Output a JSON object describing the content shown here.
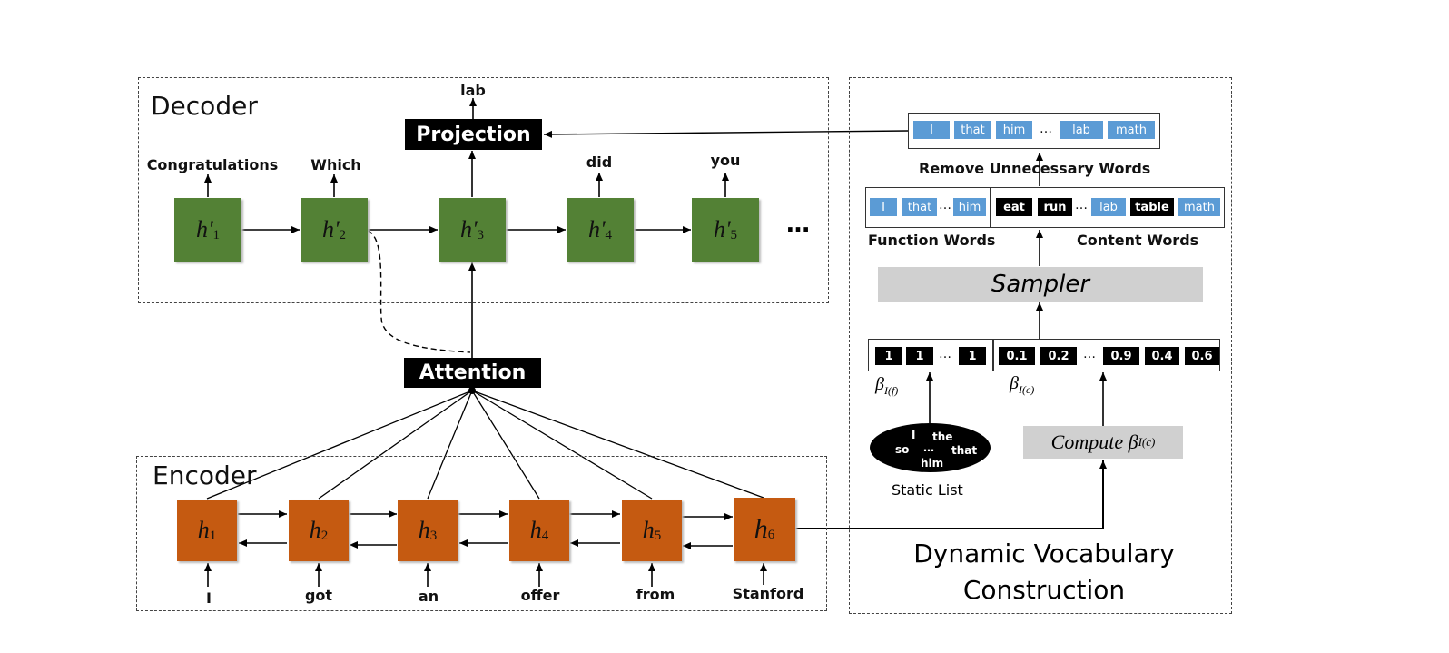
{
  "decoder": {
    "title": "Decoder",
    "projection_label": "Projection",
    "output_word": "lab",
    "states": [
      {
        "symbol": "h'",
        "sub": "1",
        "output": "Congratulations"
      },
      {
        "symbol": "h'",
        "sub": "2",
        "output": "Which"
      },
      {
        "symbol": "h'",
        "sub": "3",
        "output": ""
      },
      {
        "symbol": "h'",
        "sub": "4",
        "output": "did"
      },
      {
        "symbol": "h'",
        "sub": "5",
        "output": "you"
      }
    ],
    "ellipsis": "…"
  },
  "attention": {
    "label": "Attention"
  },
  "encoder": {
    "title": "Encoder",
    "states": [
      {
        "symbol": "h",
        "sub": "1",
        "input": "I"
      },
      {
        "symbol": "h",
        "sub": "2",
        "input": "got"
      },
      {
        "symbol": "h",
        "sub": "3",
        "input": "an"
      },
      {
        "symbol": "h",
        "sub": "4",
        "input": "offer"
      },
      {
        "symbol": "h",
        "sub": "5",
        "input": "from"
      },
      {
        "symbol": "h",
        "sub": "6",
        "input": "Stanford"
      }
    ]
  },
  "dvc": {
    "title_line1": "Dynamic Vocabulary",
    "title_line2": "Construction",
    "final_row": {
      "words": [
        "I",
        "that",
        "him",
        "…",
        "lab",
        "math"
      ],
      "caption": "Remove Unnecessary Words"
    },
    "split_row": {
      "function_words": [
        "I",
        "that",
        "…",
        "him"
      ],
      "content_words": [
        "eat",
        "run",
        "…",
        "lab",
        "table",
        "math"
      ],
      "function_caption": "Function Words",
      "content_caption": "Content Words"
    },
    "sampler_label": "Sampler",
    "beta_row": {
      "function_values": [
        "1",
        "1",
        "…",
        "1"
      ],
      "content_values": [
        "0.1",
        "0.2",
        "…",
        "0.9",
        "0.4",
        "0.6"
      ],
      "beta_f_symbol": "β",
      "beta_f_sub": "I(f)",
      "beta_c_symbol": "β",
      "beta_c_sub": "I(c)"
    },
    "static_list": {
      "words": [
        "I",
        "the",
        "so",
        "…",
        "that",
        "him"
      ],
      "caption": "Static List"
    },
    "compute_label": "Compute β",
    "compute_sub": "I(c)"
  },
  "colors": {
    "decoder_state": "#538135",
    "encoder_state": "#c55a11",
    "chip_blue": "#5b9bd5",
    "chip_dark": "#000000",
    "sampler_gray": "#d0d0d0"
  }
}
